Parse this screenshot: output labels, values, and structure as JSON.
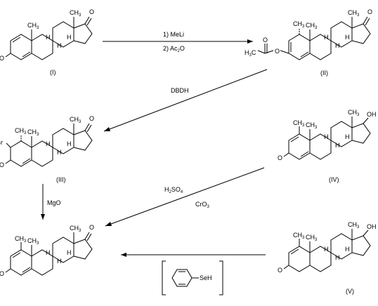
{
  "compounds": [
    {
      "id": "I",
      "label": "(I)",
      "atoms": {
        "methyl": "CH3",
        "ketone_o": "O",
        "enone_o": "O",
        "h": "H"
      }
    },
    {
      "id": "II",
      "label": "(II)",
      "atoms": {
        "methyl": "CH3",
        "ketone_o": "O",
        "ester_o": "O",
        "acyl_o": "O",
        "acyl_methyl": "H3C",
        "h": "H"
      }
    },
    {
      "id": "III",
      "label": "(III)",
      "atoms": {
        "methyl": "CH3",
        "ketone_o": "O",
        "enone_o": "O",
        "halogen": "Br",
        "h": "H"
      }
    },
    {
      "id": "IV",
      "label": "(IV)",
      "atoms": {
        "methyl": "CH3",
        "hydroxyl": "OH",
        "enone_o": "O",
        "h": "H"
      }
    },
    {
      "id": "V",
      "label": "(V)",
      "atoms": {
        "methyl": "CH3",
        "hydroxyl": "OH",
        "enone_o": "O",
        "h": "H"
      }
    },
    {
      "id": "VI",
      "label": "",
      "atoms": {
        "methyl": "CH3",
        "ketone_o": "O",
        "enone_o": "O",
        "h": "H"
      }
    }
  ],
  "arrows": [
    {
      "id": "step1",
      "conditions": [
        "1) MeLi",
        "2) Ac2O"
      ]
    },
    {
      "id": "step2",
      "conditions": [
        "DBDH"
      ]
    },
    {
      "id": "step3",
      "conditions": [
        "MgO"
      ]
    },
    {
      "id": "step4",
      "conditions": [
        "H2SO4",
        "CrO3"
      ]
    },
    {
      "id": "step5",
      "conditions": []
    }
  ],
  "reagent_box": {
    "group": "SeH"
  },
  "text": {
    "step1_l1": "1) MeLi",
    "step1_l2_main": "2) Ac",
    "step1_l2_sub": "2",
    "step1_l2_end": "O",
    "step2": "DBDH",
    "step3": "MgO",
    "step4_l1_main": "H",
    "step4_l1_sub1": "2",
    "step4_l1_mid": "SO",
    "step4_l1_sub2": "4",
    "step4_l2_main": "CrO",
    "step4_l2_sub": "3",
    "ch": "CH",
    "three": "3",
    "h3c_main": "H",
    "h3c_end": "C",
    "o": "O",
    "oh": "OH",
    "h": "H",
    "br": "Br",
    "seh": "SeH",
    "lab_I": "(I)",
    "lab_II": "(II)",
    "lab_III": "(III)",
    "lab_IV": "(IV)",
    "lab_V": "(V)"
  }
}
